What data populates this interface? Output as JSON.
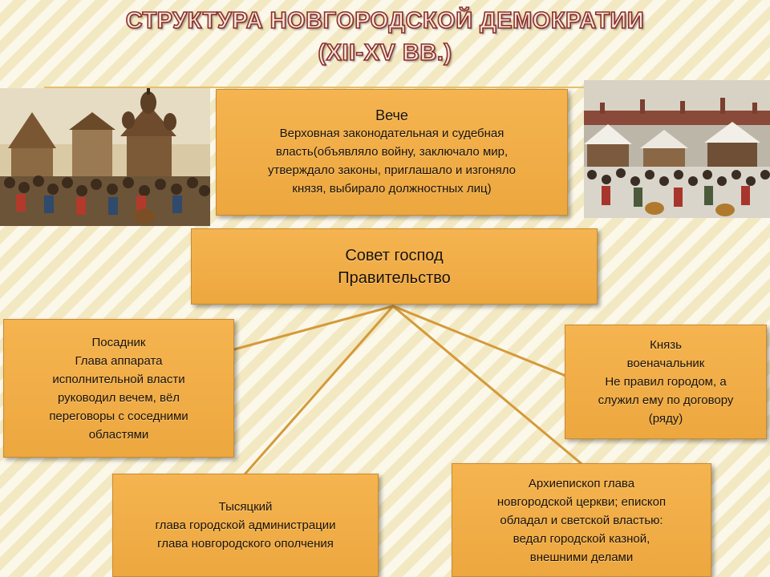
{
  "title": {
    "line1": "СТРУКТУРА НОВГОРОДСКОЙ ДЕМОКРАТИИ",
    "line2": "(XII-XV ВВ.)"
  },
  "colors": {
    "box_fill": "#f0ac45",
    "box_border": "#c98a2e",
    "connector": "#d49a3a",
    "title_outline": "#8a2d2d"
  },
  "veche": {
    "heading": "Вече",
    "lines": [
      "Верховная законодательная и судебная",
      "власть(объявляло войну, заключало мир,",
      "утверждало законы, приглашало и изгоняло",
      "князя, выбирало должностных лиц)"
    ]
  },
  "sovet": {
    "lines": [
      "Совет господ",
      "Правительство"
    ]
  },
  "posadnik": {
    "lines": [
      "Посадник",
      "Глава аппарата",
      "исполнительной власти",
      "руководил вечем, вёл",
      "переговоры с соседними",
      "областями"
    ]
  },
  "knyaz": {
    "lines": [
      "Князь",
      "военачальник",
      "Не правил городом, а",
      "служил ему по договору",
      "(ряду)"
    ]
  },
  "tysyatsky": {
    "lines": [
      "Тысяцкий",
      "глава городской администрации",
      "глава новгородского ополчения"
    ]
  },
  "arkhiepiskop": {
    "lines": [
      "Архиепископ  глава",
      "новгородской церкви; епископ",
      "обладал и светской властью:",
      "ведал городской казной,",
      "внешними делами"
    ]
  }
}
